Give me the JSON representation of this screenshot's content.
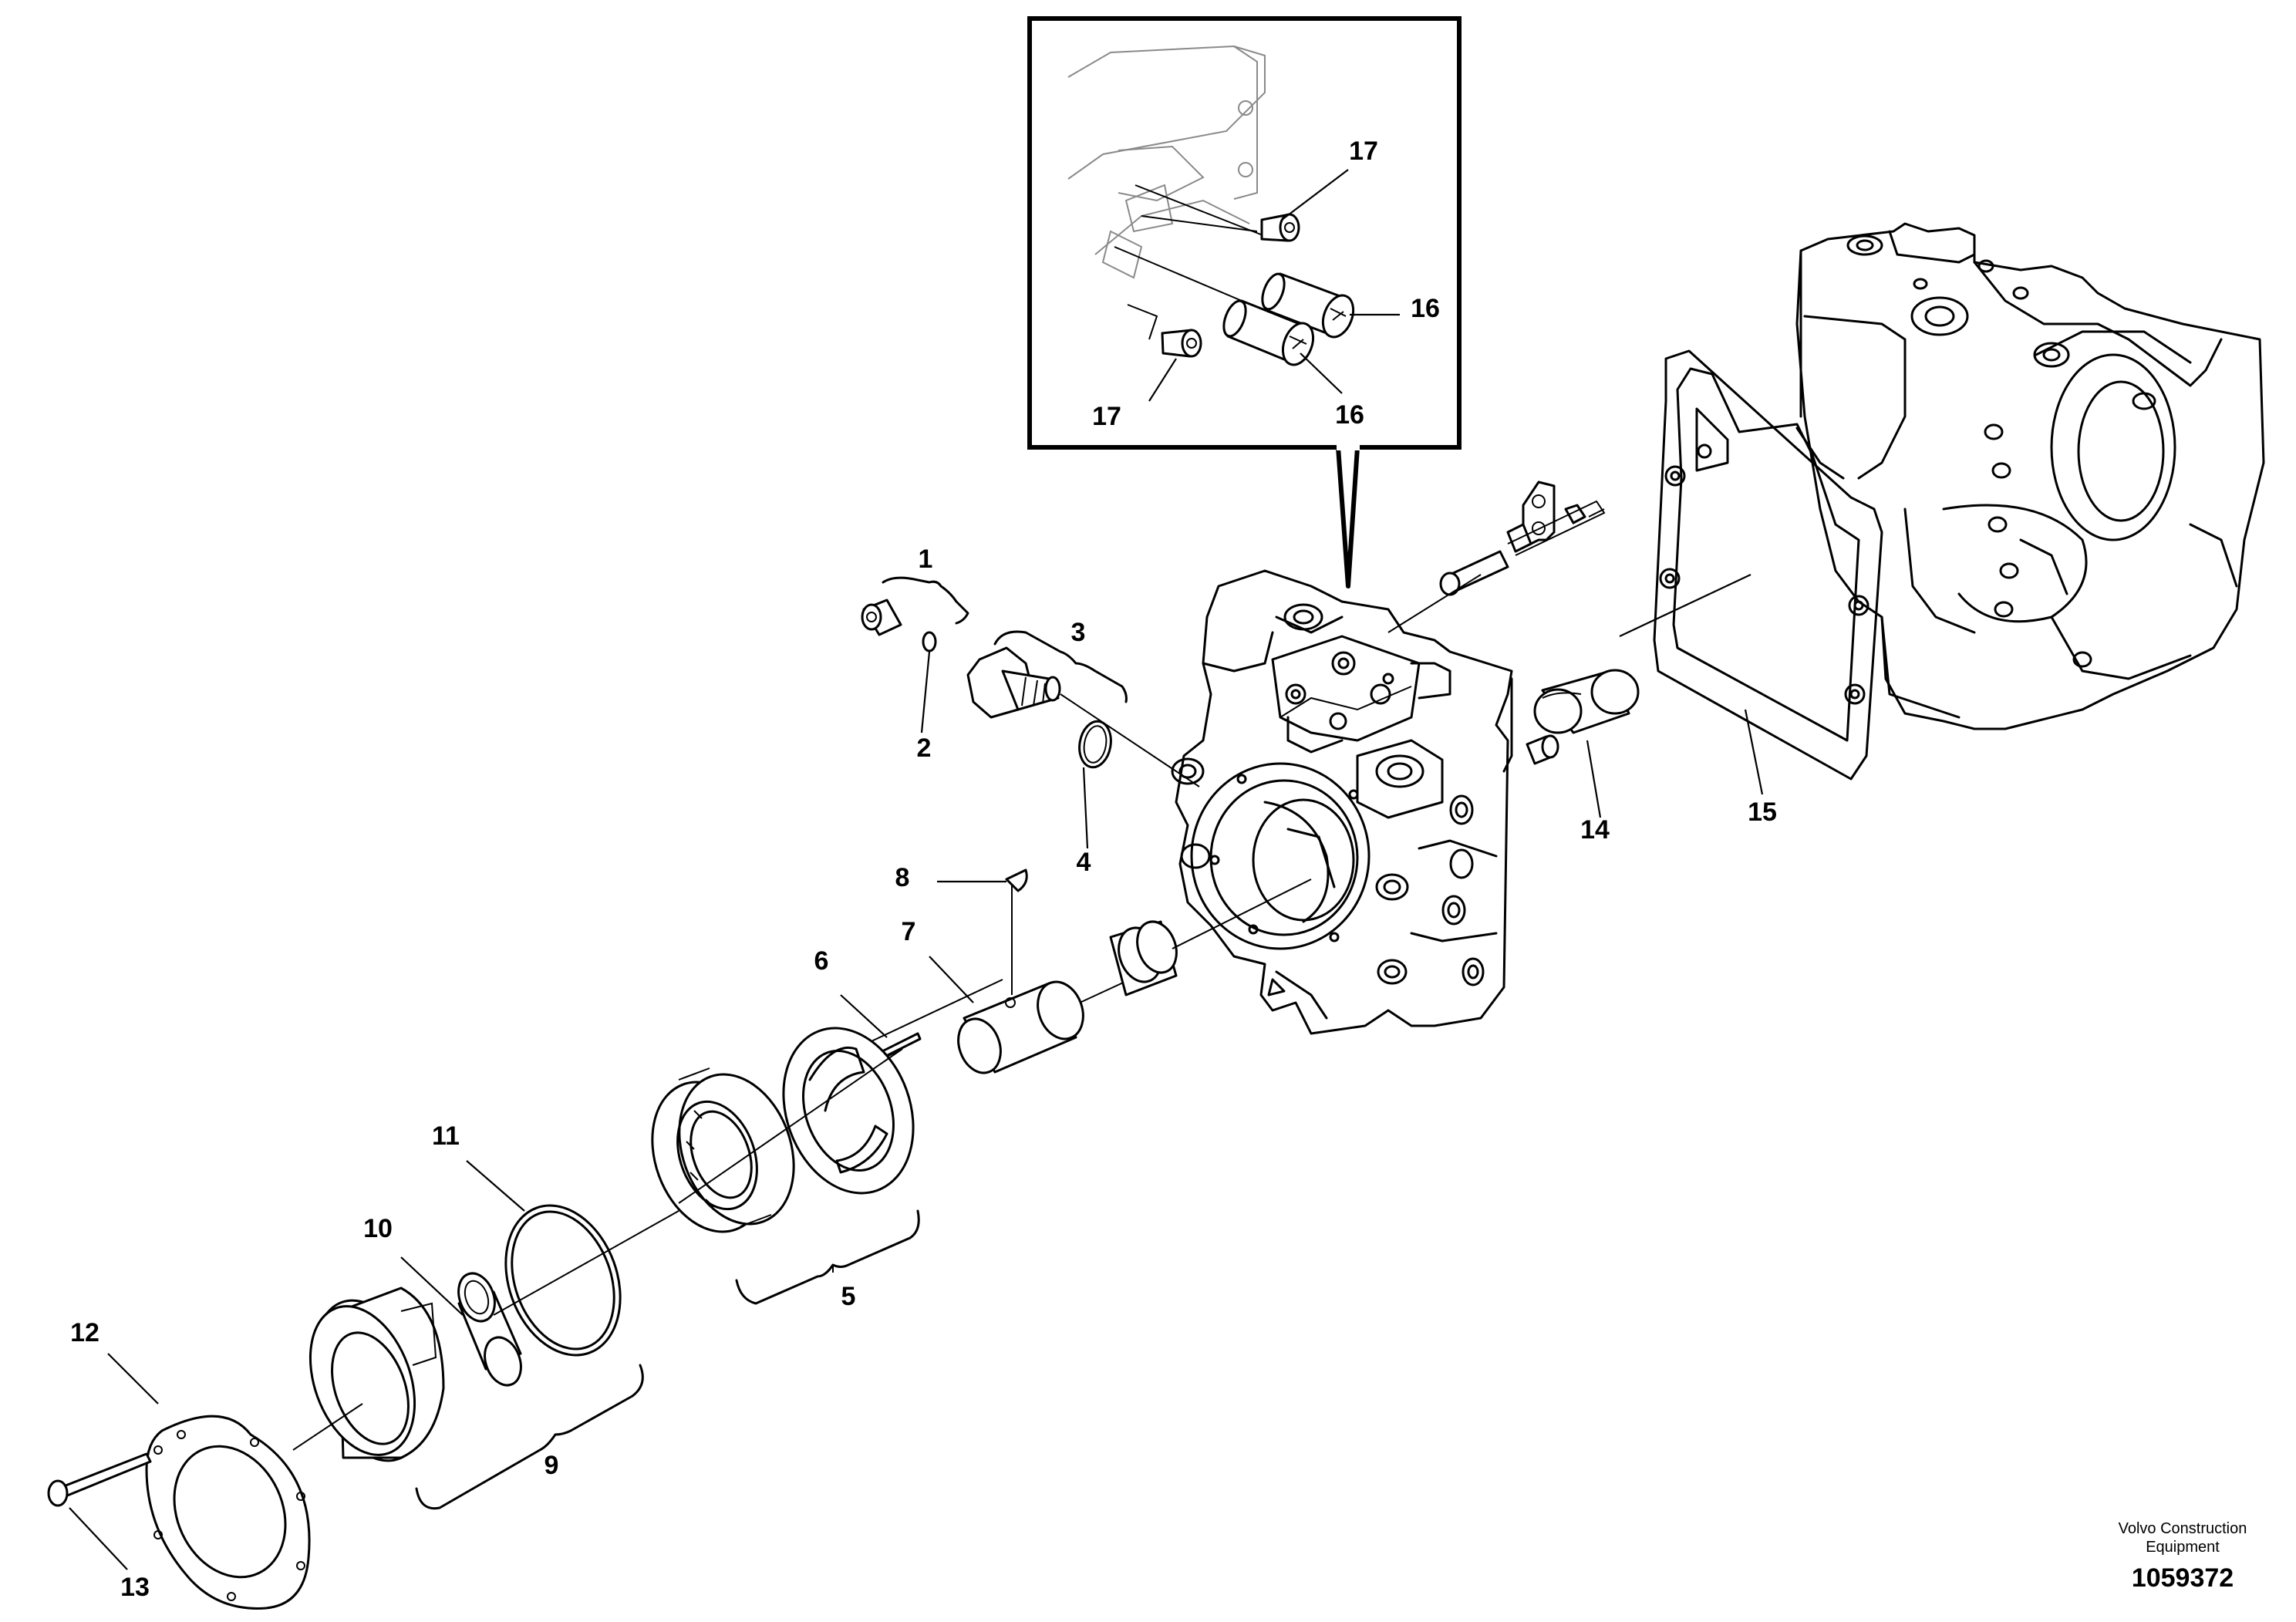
{
  "diagram": {
    "callouts": [
      "1",
      "2",
      "3",
      "4",
      "5",
      "6",
      "7",
      "8",
      "9",
      "10",
      "11",
      "12",
      "13",
      "14",
      "15",
      "16",
      "16",
      "17",
      "17"
    ],
    "brand_line1": "Volvo Construction",
    "brand_line2": "Equipment",
    "drawing_number": "1059372"
  }
}
